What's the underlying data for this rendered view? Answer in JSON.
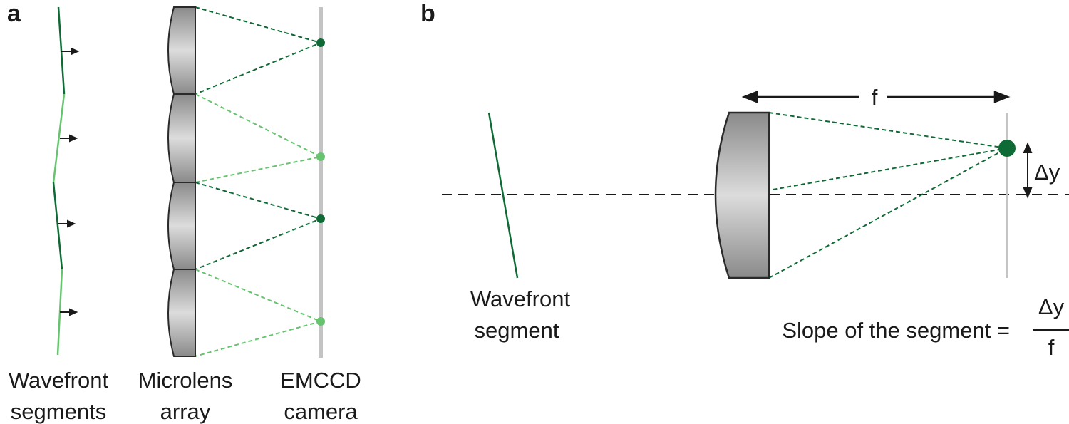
{
  "panel_a": {
    "letter": "a",
    "labels": {
      "wavefront_line1": "Wavefront",
      "wavefront_line2": "segments",
      "microlens_line1": "Microlens",
      "microlens_line2": "array",
      "camera_line1": "EMCCD",
      "camera_line2": "camera"
    }
  },
  "panel_b": {
    "letter": "b",
    "focal_label": "f",
    "dy_label": "Δy",
    "wavefront_line1": "Wavefront",
    "wavefront_line2": "segment",
    "slope_text": "Slope of the segment =",
    "fraction_numerator": "Δy",
    "fraction_denominator": "f"
  },
  "colors": {
    "dark_green": "#0e6b35",
    "light_green": "#66c46e",
    "lens_gray": "#9a9a9a",
    "camera_gray": "#c4c4c4",
    "arrow_black": "#1a1a1a"
  }
}
